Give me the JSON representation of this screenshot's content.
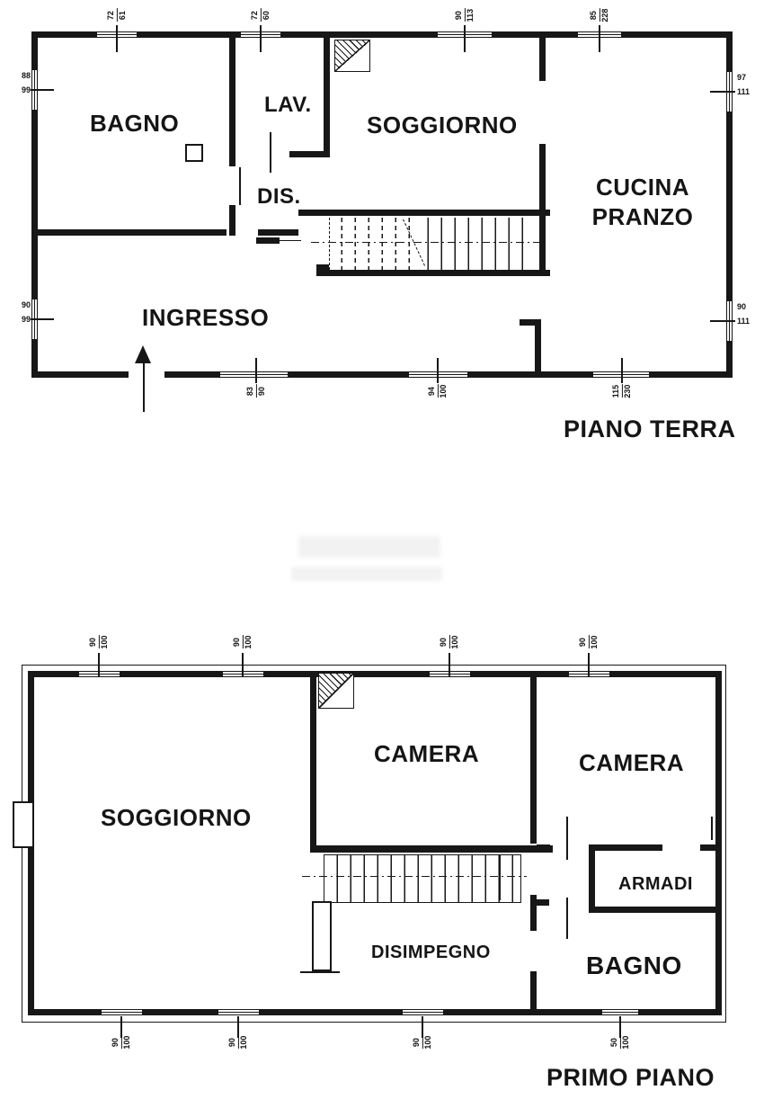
{
  "colors": {
    "ink": "#171717",
    "paper": "#ffffff"
  },
  "ground_floor": {
    "title": "PIANO TERRA",
    "rooms": {
      "bagno": "BAGNO",
      "lav": "LAV.",
      "dis": "DIS.",
      "soggiorno": "SOGGIORNO",
      "cucina_line1": "CUCINA",
      "cucina_line2": "PRANZO",
      "ingresso": "INGRESSO"
    },
    "dims": {
      "t1": {
        "num": "72",
        "den": "61"
      },
      "t2": {
        "num": "72",
        "den": "60"
      },
      "t3": {
        "num": "90",
        "den": "113"
      },
      "t4": {
        "num": "85",
        "den": "228"
      },
      "l1": {
        "num": "88",
        "den": "99"
      },
      "l2": {
        "num": "90",
        "den": "99"
      },
      "r1": {
        "num": "97",
        "den": "111"
      },
      "r2": {
        "num": "90",
        "den": "111"
      },
      "b1": {
        "num": "83",
        "den": "90"
      },
      "b2": {
        "num": "94",
        "den": "100"
      },
      "b3": {
        "num": "115",
        "den": "230"
      }
    }
  },
  "first_floor": {
    "title": "PRIMO PIANO",
    "rooms": {
      "soggiorno": "SOGGIORNO",
      "camera_center": "CAMERA",
      "camera_right": "CAMERA",
      "armadi": "ARMADI",
      "bagno": "BAGNO",
      "disimpegno": "DISIMPEGNO"
    },
    "dims": {
      "t1": {
        "num": "90",
        "den": "100"
      },
      "t2": {
        "num": "90",
        "den": "100"
      },
      "t3": {
        "num": "90",
        "den": "100"
      },
      "t4": {
        "num": "90",
        "den": "100"
      },
      "b1": {
        "num": "90",
        "den": "100"
      },
      "b2": {
        "num": "90",
        "den": "100"
      },
      "b3": {
        "num": "90",
        "den": "100"
      },
      "b4": {
        "num": "50",
        "den": "100"
      }
    }
  }
}
